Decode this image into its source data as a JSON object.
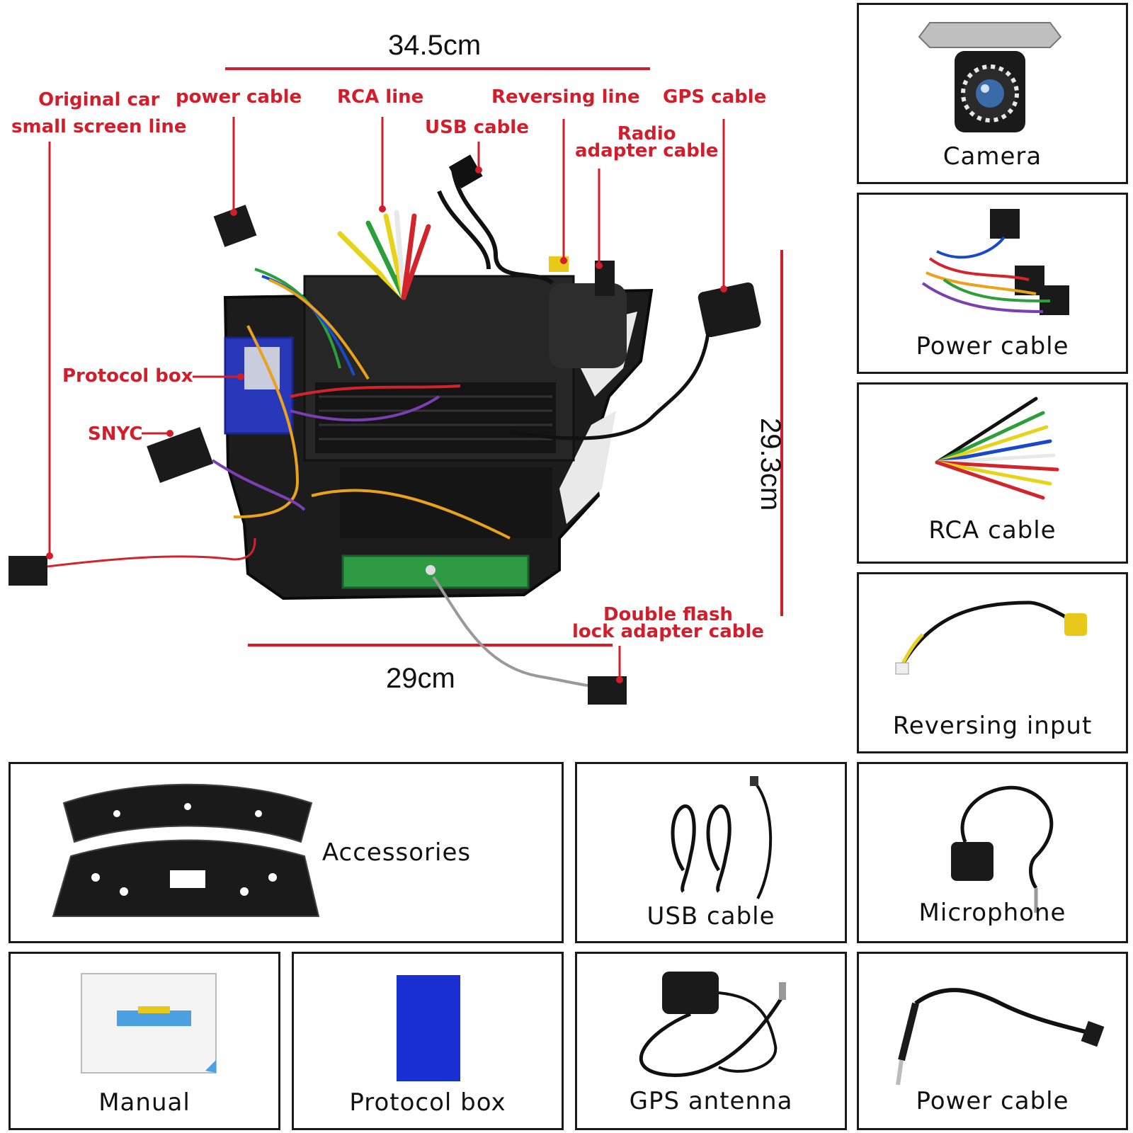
{
  "dimensions": {
    "top_width": "34.5cm",
    "bottom_width": "29cm",
    "height": "29.3cm"
  },
  "callouts": {
    "original_car_line": "Original car\nsmall screen line",
    "power_cable": "power cable",
    "rca_line": "RCA line",
    "usb_cable": "USB cable",
    "reversing_line": "Reversing line",
    "radio_adapter": "Radio\nadapter cable",
    "gps_cable": "GPS cable",
    "protocol_box": "Protocol box",
    "snyc": "SNYC",
    "double_flash": "Double flash\nlock adapter cable"
  },
  "panels": {
    "camera": "Camera",
    "power_cable": "Power cable",
    "rca_cable": "RCA cable",
    "reversing_input": "Reversing input",
    "accessories": "Accessories",
    "usb_cable": "USB cable",
    "microphone": "Microphone",
    "manual": "Manual",
    "protocol_box": "Protocol box",
    "gps_antenna": "GPS antenna",
    "power_cable_2": "Power cable"
  },
  "colors": {
    "callout_red": "#d21d2b",
    "protocol_blue": "#2838b8"
  }
}
